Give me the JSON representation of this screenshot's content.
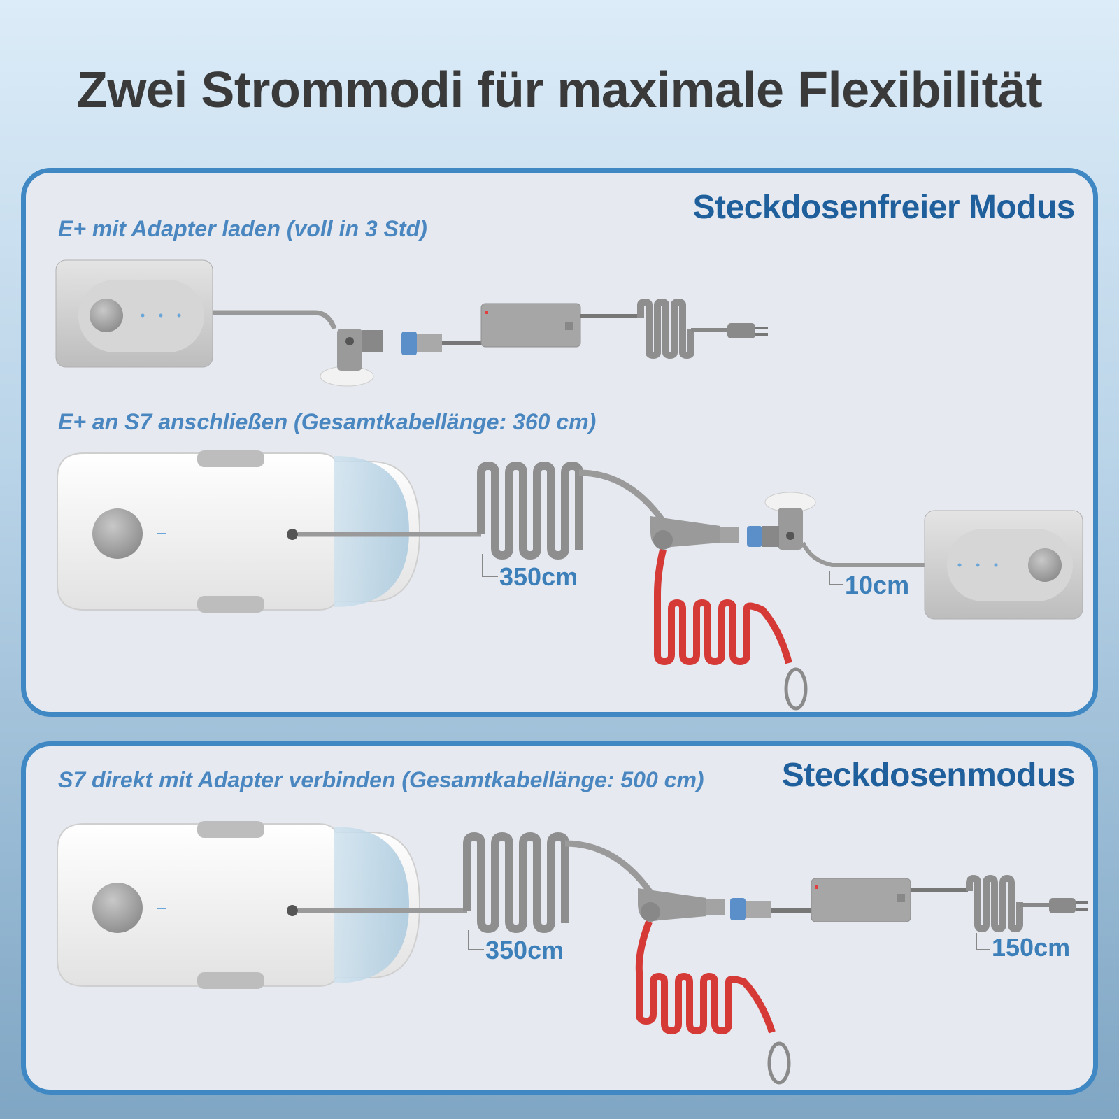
{
  "title": "Zwei Strommodi für maximale Flexibilität",
  "cordless_mode": {
    "heading": "Steckdosenfreier Modus",
    "charge_subtitle": "E+ mit Adapter laden (voll in 3 Std)",
    "connect_subtitle": "E+ an S7 anschließen (Gesamtkabellänge: 360 cm)",
    "cable_main_length": "350cm",
    "cable_short_length": "10cm"
  },
  "socket_mode": {
    "heading": "Steckdosenmodus",
    "subtitle": "S7 direkt mit Adapter verbinden (Gesamtkabellänge: 500 cm)",
    "cable_main_length": "350cm",
    "cable_adapter_length": "150cm"
  },
  "colors": {
    "panel_border": "#3f88c4",
    "heading": "#1f5f9b",
    "subtitle": "#4a87c0",
    "cable_gray": "#8e8e8e",
    "safety_rope": "#d63a36"
  }
}
